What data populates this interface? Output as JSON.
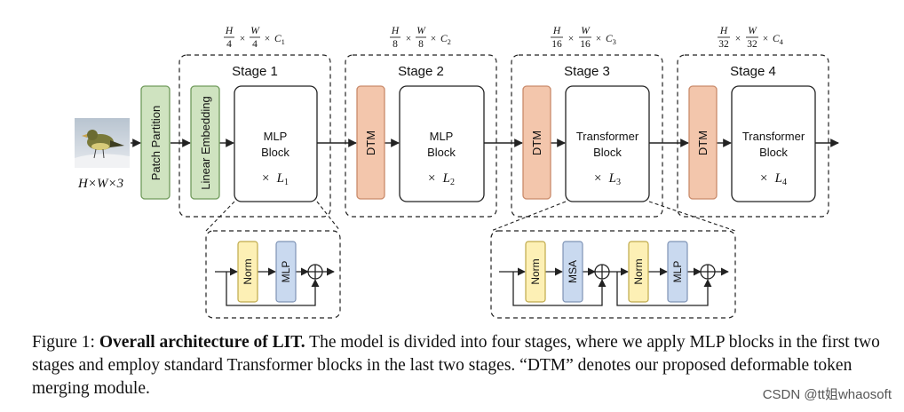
{
  "colors": {
    "green_block": "#cfe3c0",
    "green_border": "#6f9a5a",
    "orange_block": "#f3c6ac",
    "orange_border": "#c98a6a",
    "norm_block": "#fdf0b5",
    "norm_border": "#bfa94a",
    "mlp_block": "#c9d9ef",
    "mlp_border": "#7e93b5",
    "stroke": "#222222"
  },
  "input": {
    "label_parts": [
      "H",
      "×",
      "W",
      "×",
      "3"
    ]
  },
  "patch_partition": "Patch Partition",
  "stages": [
    {
      "name": "Stage 1",
      "first_block": "Linear Embedding",
      "main_block": [
        "MLP",
        "Block"
      ],
      "repeat": "L",
      "repeat_sub": "1",
      "dims": {
        "h": "H",
        "hd": "4",
        "w": "W",
        "wd": "4",
        "c": "C",
        "cs": "1"
      }
    },
    {
      "name": "Stage 2",
      "first_block": "DTM",
      "main_block": [
        "MLP",
        "Block"
      ],
      "repeat": "L",
      "repeat_sub": "2",
      "dims": {
        "h": "H",
        "hd": "8",
        "w": "W",
        "wd": "8",
        "c": "C",
        "cs": "2"
      }
    },
    {
      "name": "Stage 3",
      "first_block": "DTM",
      "main_block": [
        "Transformer",
        "Block"
      ],
      "repeat": "L",
      "repeat_sub": "3",
      "dims": {
        "h": "H",
        "hd": "16",
        "w": "W",
        "wd": "16",
        "c": "C",
        "cs": "3"
      }
    },
    {
      "name": "Stage 4",
      "first_block": "DTM",
      "main_block": [
        "Transformer",
        "Block"
      ],
      "repeat": "L",
      "repeat_sub": "4",
      "dims": {
        "h": "H",
        "hd": "32",
        "w": "W",
        "wd": "32",
        "c": "C",
        "cs": "4"
      }
    }
  ],
  "times_symbol": "×",
  "mlp_detail": [
    "Norm",
    "MLP"
  ],
  "transformer_detail": [
    "Norm",
    "MSA",
    "Norm",
    "MLP"
  ],
  "caption": {
    "prefix": "Figure 1: ",
    "bold": "Overall architecture of LIT.",
    "text": " The model is divided into four stages, where we apply MLP blocks in the first two stages and employ standard Transformer blocks in the last two stages. “DTM” denotes our proposed deformable token merging module."
  },
  "watermark": "CSDN @tt姐whaosoft"
}
